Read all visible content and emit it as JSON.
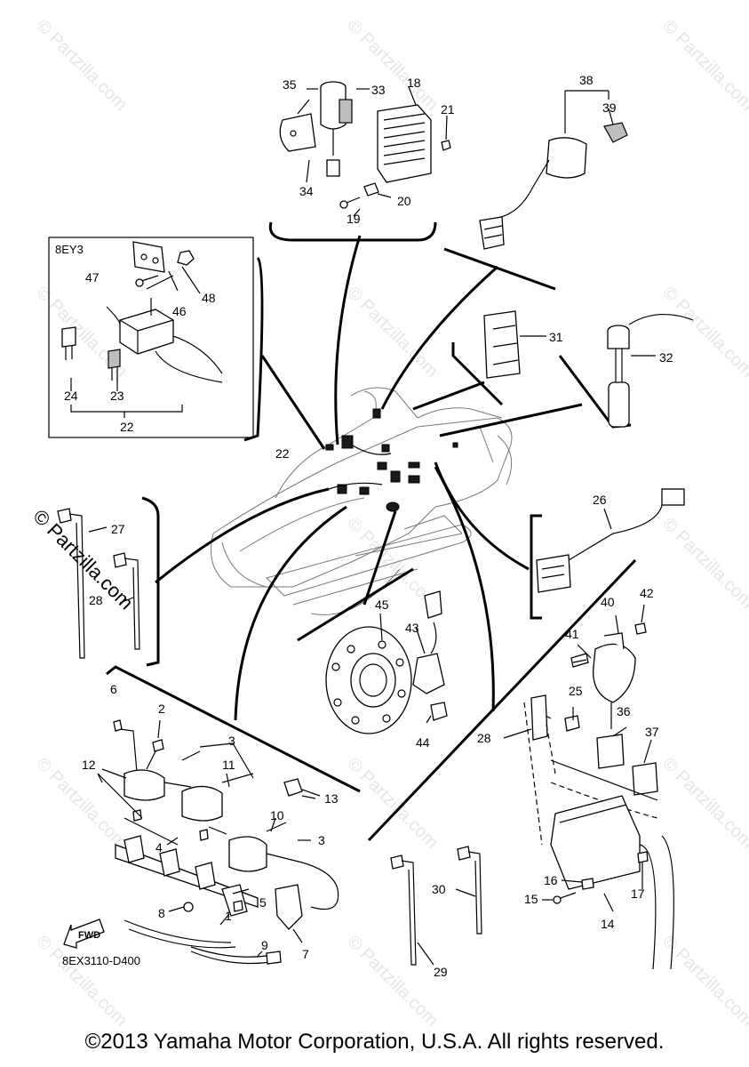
{
  "watermark_text": "© Partzilla.com",
  "copyright": "©2013 Yamaha Motor Corporation, U.S.A. All rights reserved.",
  "diagram_code": "8EX3110-D400",
  "inset_title": "8EY3",
  "fwd_label": "FWD",
  "callouts": {
    "c1": "1",
    "c2": "2",
    "c3a": "3",
    "c3b": "3",
    "c4": "4",
    "c5": "5",
    "c6": "6",
    "c7": "7",
    "c8": "8",
    "c9": "9",
    "c10": "10",
    "c11": "11",
    "c12": "12",
    "c13": "13",
    "c14": "14",
    "c15": "15",
    "c16": "16",
    "c17": "17",
    "c18": "18",
    "c19": "19",
    "c20": "20",
    "c21": "21",
    "c22a": "22",
    "c22b": "22",
    "c23": "23",
    "c24": "24",
    "c25": "25",
    "c26": "26",
    "c27": "27",
    "c28a": "28",
    "c28b": "28",
    "c29": "29",
    "c30": "30",
    "c31": "31",
    "c32": "32",
    "c33": "33",
    "c34": "34",
    "c35": "35",
    "c36": "36",
    "c37": "37",
    "c38": "38",
    "c39": "39",
    "c40": "40",
    "c41": "41",
    "c42": "42",
    "c43": "43",
    "c44": "44",
    "c45": "45",
    "c46": "46",
    "c47": "47",
    "c48": "48"
  }
}
